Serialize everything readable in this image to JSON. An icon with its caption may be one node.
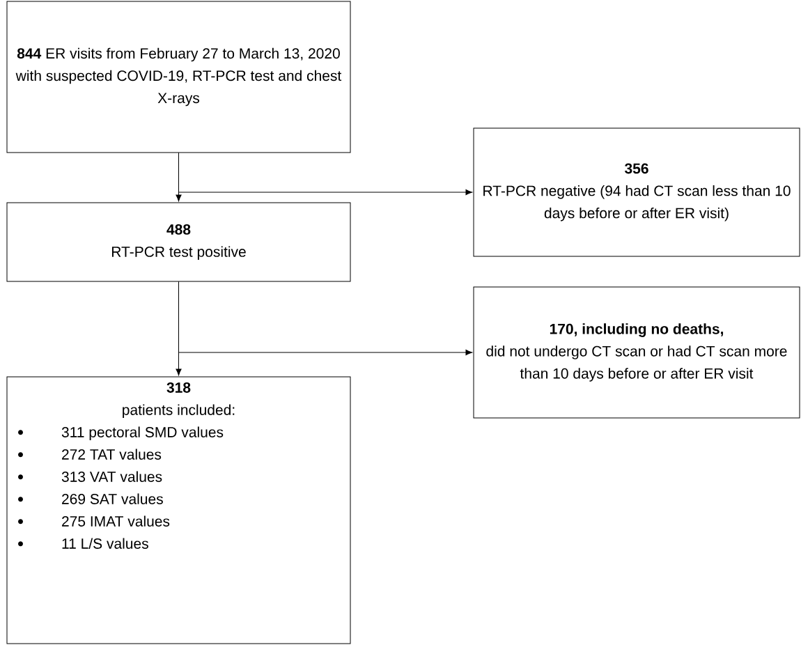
{
  "diagram": {
    "nodes": [
      {
        "text": [
          "**844** ER visits from February 27 to March 13, 2020 with suspected COVID-19, RT-PCR test and chest X-rays"
        ]
      },
      {
        "text": [
          "356",
          "RT-PCR negative (94 had CT scan less than 10 days before or after ER visit)"
        ]
      },
      {
        "text": [
          "488",
          "RT-PCR test positive"
        ]
      },
      {
        "text": [
          "170, including no deaths,",
          "did not undergo CT scan or had CT scan more than 10 days before or after ER visit"
        ]
      },
      {
        "text": [
          "318",
          "patients included:",
          "311 pectoral SMD values",
          "272 TAT values",
          "313 VAT values",
          "269 SAT values",
          "275 IMAT values",
          "11 L/S values"
        ]
      }
    ],
    "edges": [
      {
        "from": 0,
        "to": 2,
        "arrow": "to"
      },
      {
        "from": 0,
        "to": 1,
        "arrow": "to"
      },
      {
        "from": 2,
        "to": 4,
        "arrow": "to"
      },
      {
        "from": 2,
        "to": 3,
        "arrow": "to"
      }
    ]
  }
}
